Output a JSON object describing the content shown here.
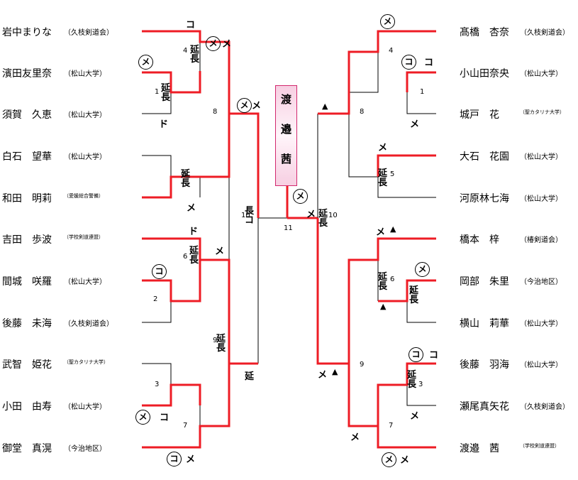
{
  "left_players": [
    {
      "name": "岩中まりな",
      "affiliation": "（久枝剣道会）"
    },
    {
      "name": "濱田友里奈",
      "affiliation": "（松山大学）"
    },
    {
      "name": "須賀　久恵",
      "affiliation": "（松山大学）"
    },
    {
      "name": "白石　望華",
      "affiliation": "（松山大学）"
    },
    {
      "name": "和田　明莉",
      "affiliation": "（愛媛総合警備）"
    },
    {
      "name": "吉田　歩波",
      "affiliation": "（学校剣道連盟）"
    },
    {
      "name": "間城　咲羅",
      "affiliation": "（松山大学）"
    },
    {
      "name": "後藤　未海",
      "affiliation": "（久枝剣道会）"
    },
    {
      "name": "武智　姫花",
      "affiliation": "（聖カタリナ大学）"
    },
    {
      "name": "小田　由寿",
      "affiliation": "（松山大学）"
    },
    {
      "name": "御堂　真滉",
      "affiliation": "（今治地区）"
    }
  ],
  "right_players": [
    {
      "name": "髙橋　杏奈",
      "affiliation": "（久枝剣道会）"
    },
    {
      "name": "小山田奈央",
      "affiliation": "（松山大学）"
    },
    {
      "name": "城戸　花",
      "affiliation": "（聖カタリナ大学）"
    },
    {
      "name": "大石　花園",
      "affiliation": "（松山大学）"
    },
    {
      "name": "河原林七海",
      "affiliation": "（松山大学）"
    },
    {
      "name": "橋本　梓",
      "affiliation": "（椿剣道会）"
    },
    {
      "name": "岡部　朱里",
      "affiliation": "（今治地区）"
    },
    {
      "name": "横山　莉華",
      "affiliation": "（松山大学）"
    },
    {
      "name": "後藤　羽海",
      "affiliation": "（松山大学）"
    },
    {
      "name": "瀬尾真矢花",
      "affiliation": "（久枝剣道会）"
    },
    {
      "name": "渡邉　茜",
      "affiliation": "（学校剣道連盟）"
    }
  ],
  "champion": [
    "渡",
    "邉",
    "茜"
  ],
  "match_numbers": [
    "4",
    "1",
    "8",
    "5",
    "6",
    "2",
    "9",
    "3",
    "7",
    "10",
    "11",
    "4",
    "1",
    "8",
    "5",
    "10",
    "6",
    "2",
    "9",
    "3",
    "7"
  ],
  "annotations": [
    {
      "text": "コ",
      "circled": false
    },
    {
      "text": "メ",
      "circled": true
    },
    {
      "text": "メ",
      "circled": false
    },
    {
      "text": "メ",
      "circled": true
    },
    {
      "text": "メ",
      "circled": false
    },
    {
      "text": "延",
      "circled": false
    },
    {
      "text": "長",
      "circled": false
    },
    {
      "text": "延",
      "circled": false
    },
    {
      "text": "長",
      "circled": false
    },
    {
      "text": "ド",
      "circled": false
    },
    {
      "text": "メ",
      "circled": true
    },
    {
      "text": "延",
      "circled": false
    },
    {
      "text": "長",
      "circled": false
    },
    {
      "text": "メ",
      "circled": false
    },
    {
      "text": "ド",
      "circled": false
    },
    {
      "text": "メ",
      "circled": false
    },
    {
      "text": "延",
      "circled": false
    },
    {
      "text": "長",
      "circled": false
    },
    {
      "text": "コ",
      "circled": true
    },
    {
      "text": "延",
      "circled": false
    },
    {
      "text": "長",
      "circled": false
    },
    {
      "text": "コ",
      "circled": false
    },
    {
      "text": "メ",
      "circled": true
    },
    {
      "text": "コ",
      "circled": false
    },
    {
      "text": "コ",
      "circled": true
    },
    {
      "text": "メ",
      "circled": false
    },
    {
      "text": "延",
      "circled": false
    },
    {
      "text": "長",
      "circled": false
    },
    {
      "text": "メ",
      "circled": true
    },
    {
      "text": "メ",
      "circled": false
    },
    {
      "text": "延",
      "circled": false
    },
    {
      "text": "長",
      "circled": false
    },
    {
      "text": "メ",
      "circled": true
    },
    {
      "text": "コ",
      "circled": true
    },
    {
      "text": "コ",
      "circled": false
    },
    {
      "text": "メ",
      "circled": false
    },
    {
      "text": "▲",
      "circled": false
    },
    {
      "text": "メ",
      "circled": false
    },
    {
      "text": "延",
      "circled": false
    },
    {
      "text": "長",
      "circled": false
    },
    {
      "text": "メ",
      "circled": false
    },
    {
      "text": "▲",
      "circled": false
    },
    {
      "text": "延",
      "circled": false
    },
    {
      "text": "長",
      "circled": false
    },
    {
      "text": "メ",
      "circled": true
    },
    {
      "text": "▲",
      "circled": false
    },
    {
      "text": "延",
      "circled": false
    },
    {
      "text": "長",
      "circled": false
    },
    {
      "text": "メ",
      "circled": false
    },
    {
      "text": "▲",
      "circled": false
    },
    {
      "text": "コ",
      "circled": true
    },
    {
      "text": "コ",
      "circled": false
    },
    {
      "text": "延",
      "circled": false
    },
    {
      "text": "長",
      "circled": false
    },
    {
      "text": "メ",
      "circled": false
    },
    {
      "text": "メ",
      "circled": false
    },
    {
      "text": "メ",
      "circled": true
    },
    {
      "text": "メ",
      "circled": false
    }
  ],
  "colors": {
    "win_line": "#ee1c25",
    "lose_line": "#000000",
    "champion_border": "#d2286e"
  }
}
